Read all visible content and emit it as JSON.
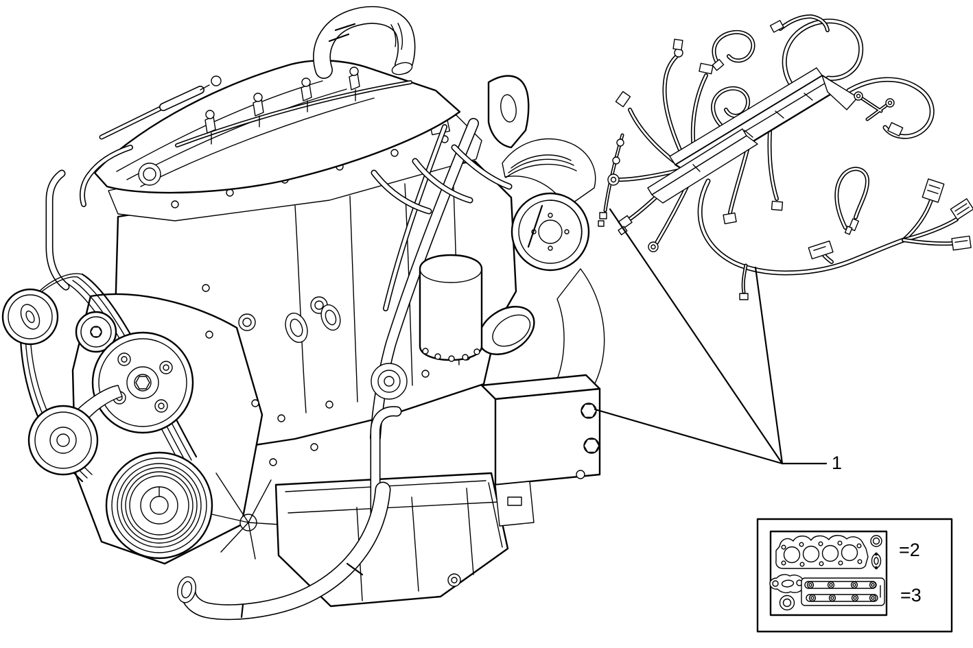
{
  "page": {
    "background_color": "#ffffff",
    "line_color": "#000000"
  },
  "figure": {
    "type": "engine-parts-diagram",
    "description": "Engine assembly with engine wiring harness callout and gasket set inset",
    "callout_1_label": "1",
    "inset_label_top": "=2",
    "inset_label_bottom": "=3"
  }
}
